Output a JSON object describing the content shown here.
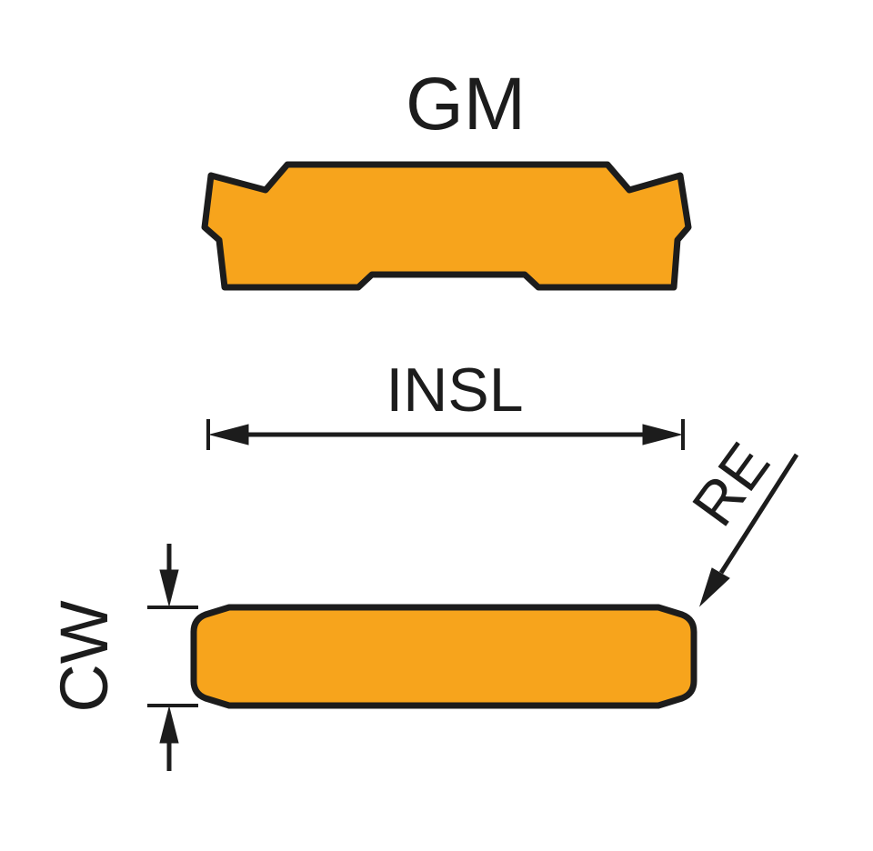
{
  "diagram": {
    "title": "GM",
    "dimension_labels": {
      "insert_length": "INSL",
      "cutting_width": "CW",
      "corner_radius": "RE"
    },
    "colors": {
      "insert_fill": "#F7A41C",
      "line": "#1C1C1C",
      "background": "#FFFFFF"
    }
  }
}
